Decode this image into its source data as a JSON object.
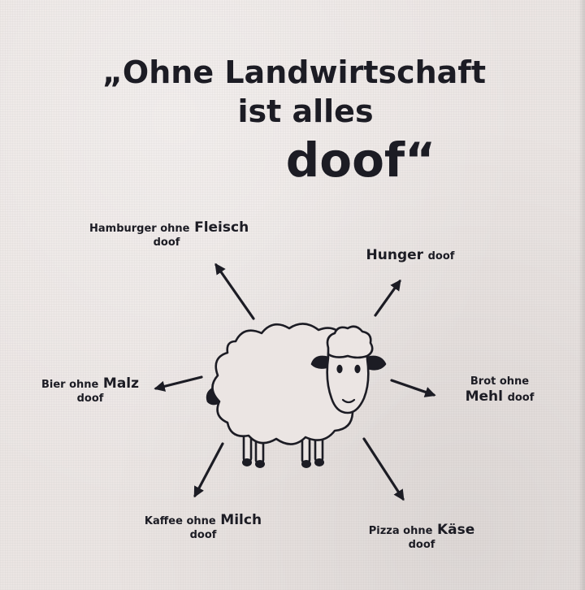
{
  "title": {
    "line1": "„Ohne Landwirtschaft",
    "line2": "ist alles",
    "line3": "doof“"
  },
  "labels": {
    "hamburger": {
      "small": "Hamburger ohne",
      "big": "Fleisch",
      "doof": "doof"
    },
    "hunger": {
      "big": "Hunger",
      "small": "doof"
    },
    "bier": {
      "small": "Bier ohne",
      "big": "Malz",
      "doof": "doof"
    },
    "brot": {
      "small": "Brot ohne",
      "big": "Mehl",
      "doof": "doof"
    },
    "kaffee": {
      "small": "Kaffee ohne",
      "big": "Milch",
      "doof": "doof"
    },
    "pizza": {
      "small": "Pizza ohne",
      "big": "Käse",
      "doof": "doof"
    }
  },
  "colors": {
    "fabric": "#ebe5e3",
    "ink": "#1c1c24"
  },
  "icons": [
    "sheep-icon",
    "arrow-icon"
  ]
}
